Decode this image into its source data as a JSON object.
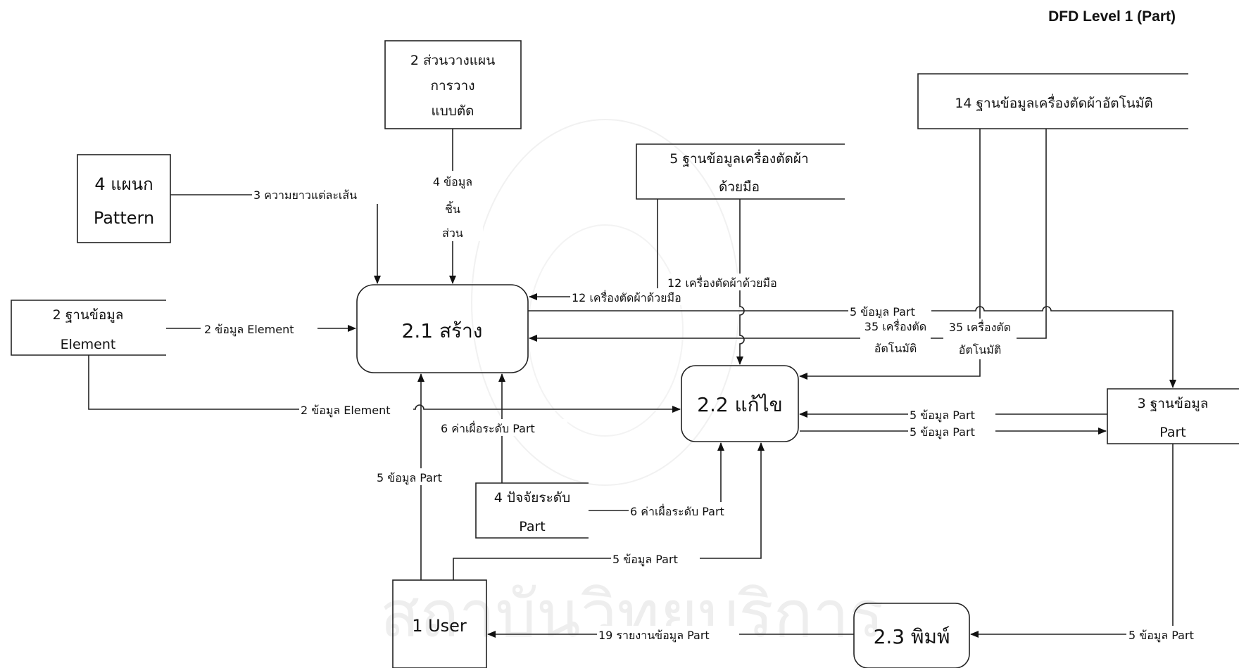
{
  "title": "DFD Level 1 (Part)",
  "watermark": "สถาบันวิทยบริการ",
  "processes": {
    "p21": "2.1 สร้าง",
    "p22": "2.2 แก้ไข",
    "p23": "2.3 พิมพ์"
  },
  "entities": {
    "planning": [
      "2 ส่วนวางแผน",
      "การวาง",
      "แบบตัด"
    ],
    "pattern": [
      "4 แผนก",
      "Pattern"
    ],
    "user": "1 User"
  },
  "stores": {
    "element": [
      "2 ฐานข้อมูล",
      "Element"
    ],
    "manual": [
      "5 ฐานข้อมูลเครื่องตัดผ้า",
      "ด้วยมือ"
    ],
    "auto": "14 ฐานข้อมูลเครื่องตัดผ้าอัตโนมัติ",
    "factor": [
      "4 ปัจจัยระดับ",
      "Part"
    ],
    "part": [
      "3 ฐานข้อมูล",
      "Part"
    ]
  },
  "flows": {
    "length": "3 ความยาวแต่ละเส้น",
    "piece": [
      "4 ข้อมูล",
      "ชิ้น",
      "ส่วน"
    ],
    "element_in": "2 ข้อมูล Element",
    "element_to_edit": "2 ข้อมูล Element",
    "manual_to_create": "12 เครื่องตัดผ้าด้วยมือ",
    "manual_to_edit": "12 เครื่องตัดผ้าด้วยมือ",
    "part_create_to_db": "5 ข้อมูล Part",
    "auto1": [
      "35 เครื่องตัด",
      "อัตโนมัติ"
    ],
    "auto2": [
      "35 เครื่องตัด",
      "อัตโนมัติ"
    ],
    "margin_to_create": "6 ค่าเผื่อระดับ Part",
    "margin_to_edit": "6 ค่าเผื่อระดับ Part",
    "user_to_create": "5 ข้อมูล Part",
    "user_to_edit": "5 ข้อมูล Part",
    "db_to_edit": "5 ข้อมูล Part",
    "edit_to_db": "5 ข้อมูล Part",
    "db_to_print": "5 ข้อมูล Part",
    "report": "19 รายงานข้อมูล Part"
  }
}
